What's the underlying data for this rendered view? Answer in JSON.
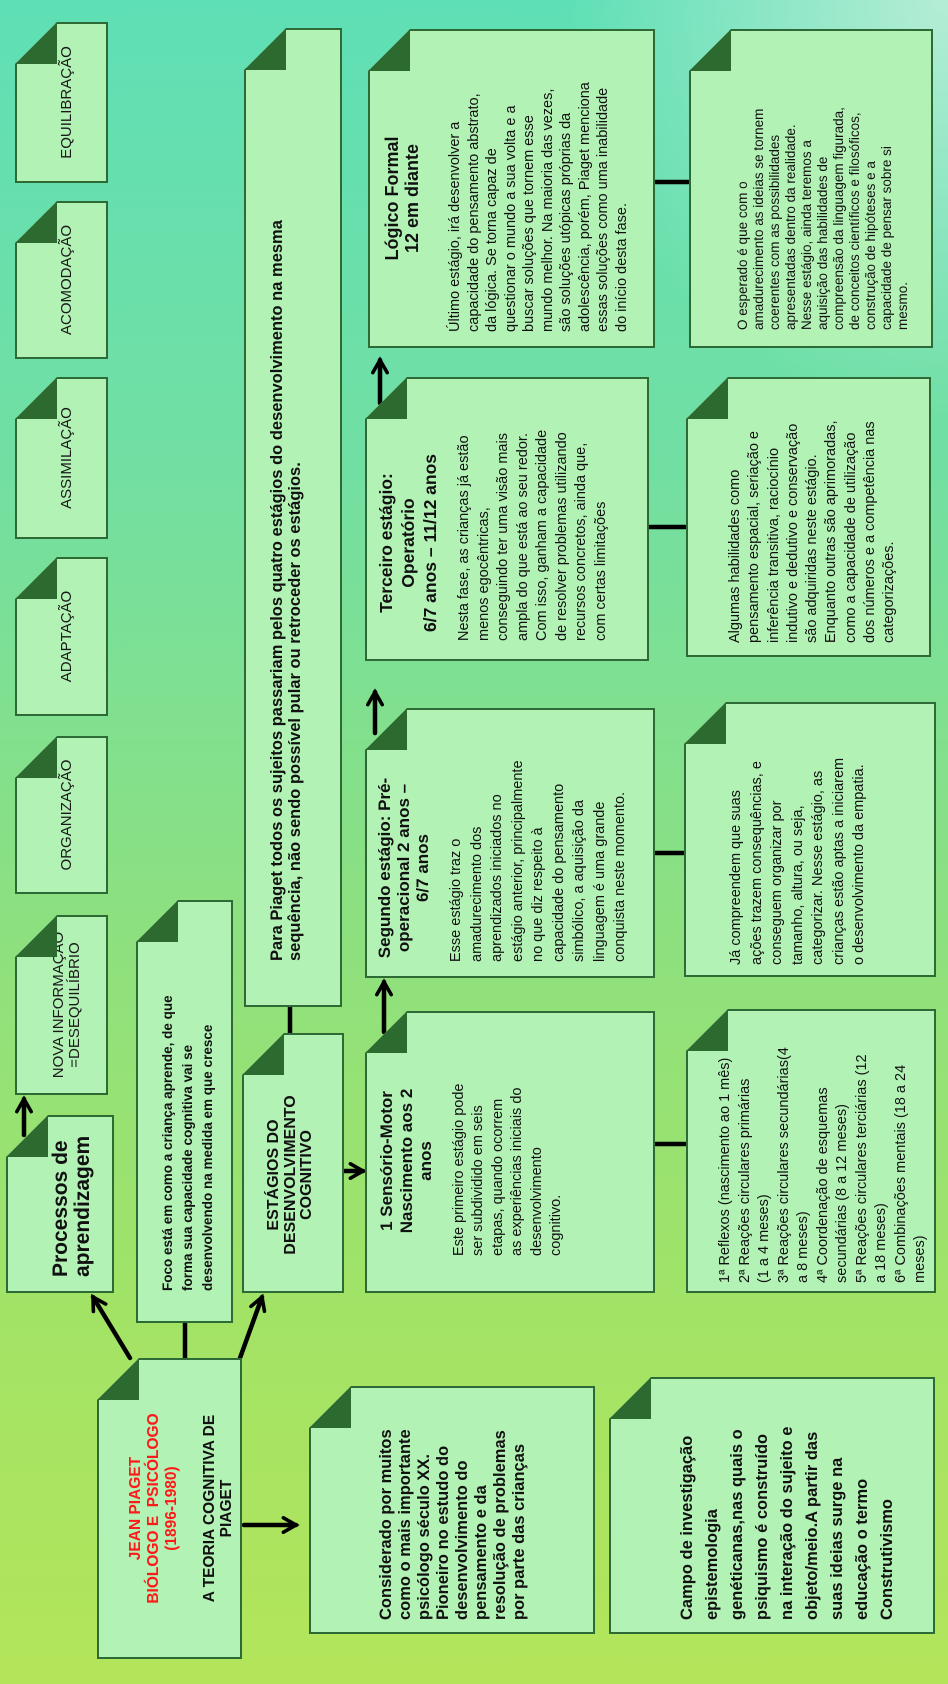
{
  "colors": {
    "box_fill": "#b3f2b5",
    "box_border": "#2d6a35",
    "fold": "#2d6a30",
    "title_red": "#ff1a1a",
    "connector": "#000000"
  },
  "root": {
    "title": "JEAN PIAGET\nBIÓLOGO E  PSICÓLOGO\n(1896-1980)",
    "subtitle": "A TEORIA COGNITIVA DE\nPIAGET"
  },
  "considerado": "Considerado por muitos\ncomo o mais importante\npsicólogo século XX.\nPioneiro no estudo do\ndesenvolvimento do\npensamento e da\nresolução de problemas\npor parte das crianças",
  "campo": "Campo de investigação\nepistemologia\ngenéticanas,nas quais o\npsiquismo é construído\nna interação do sujeito e\nobjeto/meio.A partir das\nsuas ideias surge na\neducação o termo\nConstrutivismo",
  "processos": {
    "title": "Processos de\naprendizagem",
    "items": [
      "NOVA INFORMAÇÃO\n=DESEQUILÍBRIO",
      "ORGANIZAÇÃO",
      "ADAPTAÇÃO",
      "ASSIMILAÇÃO",
      "ACOMODAÇÃO",
      "EQUILIBRAÇÃO"
    ]
  },
  "foco": "Foco está em como a criança aprende, de que\nforma sua capacidade cognitiva vai se\ndesenvolvendo na medida em que cresce",
  "estagios": {
    "title": "ESTÁGIOS DO\nDESENVOLVIMENTO\nCOGNITIVO",
    "summary": "Para Piaget todos os sujeitos passariam pelos quatro estágios do desenvolvimento na mesma\nsequência, não sendo possível pular ou retroceder os estágios.",
    "stages": [
      {
        "title": "1 Sensório-Motor\nNascimento aos 2\nanos",
        "body": "Este primeiro estágio pode\nser subdividido em seis\netapas, quando ocorrem\nas experiências iniciais do\ndesenvolvimento\ncognitivo.",
        "detail": "1ª Reflexos (nascimento ao 1 mês)\n2ª Reações circulares primárias\n(1 a 4 meses)\n3ª Reações circulares secundárias(4\na 8 meses)\n4ª Coordenação de esquemas\nsecundárias (8 a 12 meses)\n5ª Reações circulares terciárias (12\na 18 meses)\n6ª Combinações mentais (18 a 24\nmeses)"
      },
      {
        "title": "Segundo estágio: Pré-\noperacional 2 anos –\n6/7 anos",
        "body": "Esse estágio traz o\namadurecimento dos\naprendizados iniciados no\nestágio anterior, principalmente\nno que diz respeito à\ncapacidade do pensamento\nsimbólico, a aquisição da\nlinguagem é uma grande\nconquista neste momento.",
        "detail": "Já compreendem que suas\nações trazem consequências, e\nconseguem organizar por\ntamanho, altura, ou seja,\ncategorizar. Nesse estágio, as\ncrianças estão aptas a iniciarem\no desenvolvimento da empatia."
      },
      {
        "title": "Terceiro estágio:\nOperatório\n6/7 anos – 11/12 anos",
        "body": "Nesta fase, as crianças já estão\nmenos egocêntricas,\nconseguindo ter uma visão mais\nampla do que está ao seu redor.\nCom isso, ganham a capacidade\nde resolver problemas utilizando\nrecursos concretos, ainda que,\ncom certas limitações",
        "detail": "Algumas habilidades como\npensamento espacial, seriação e\ninferência transitiva, raciocínio\nindutivo e dedutivo e conservação\nsão adquiridas neste estágio.\nEnquanto outras são aprimoradas,\ncomo a capacidade de utilização\ndos números e a competência nas\ncategorizações."
      },
      {
        "title": "Lógico Formal\n12 em diante",
        "body": "Último estágio, irá desenvolver a\ncapacidade do pensamento abstrato,\nda lógica. Se torna capaz de\nquestionar o mundo a sua volta e a\nbuscar soluções que tornem esse\nmundo melhor. Na maioria das vezes,\nsão soluções utópicas próprias da\nadolescência, porém, Piaget menciona\nessas soluções como uma inabilidade\ndo início desta fase.",
        "detail": "O esperado é que com o\namadurecimento as ideias se tornem\ncoerentes com as possibilidades\napresentadas dentro da realidade.\nNesse estágio, ainda teremos a\naquisição das habilidades de\ncompreensão da linguagem figurada,\nde conceitos científicos e filosóficos,\nconstrução de hipóteses e a\ncapacidade de pensar sobre si\nmesmo."
      }
    ]
  }
}
